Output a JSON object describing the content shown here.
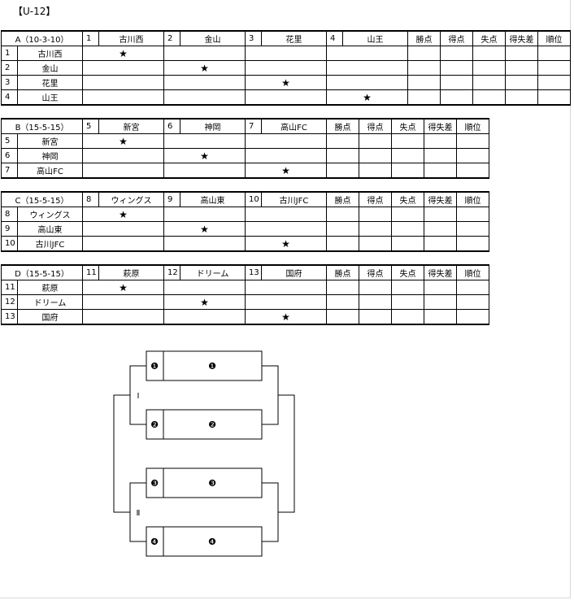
{
  "title": "【U-12】",
  "stat_headers": [
    "勝点",
    "得点",
    "失点",
    "得失差",
    "順位"
  ],
  "star": "★",
  "groups": [
    {
      "label": "A（10-3-10）",
      "teams": [
        {
          "no": "1",
          "name": "古川西"
        },
        {
          "no": "2",
          "name": "金山"
        },
        {
          "no": "3",
          "name": "花里"
        },
        {
          "no": "4",
          "name": "山王"
        }
      ]
    },
    {
      "label": "B（15-5-15）",
      "teams": [
        {
          "no": "5",
          "name": "新宮"
        },
        {
          "no": "6",
          "name": "神岡"
        },
        {
          "no": "7",
          "name": "高山FC"
        }
      ]
    },
    {
      "label": "C（15-5-15）",
      "teams": [
        {
          "no": "8",
          "name": "ウィングス"
        },
        {
          "no": "9",
          "name": "高山東"
        },
        {
          "no": "10",
          "name": "古川JFC"
        }
      ]
    },
    {
      "label": "D（15-5-15）",
      "teams": [
        {
          "no": "11",
          "name": "萩原"
        },
        {
          "no": "12",
          "name": "ドリーム"
        },
        {
          "no": "13",
          "name": "国府"
        }
      ]
    }
  ],
  "bracket": {
    "seeds": [
      "❶",
      "❷",
      "❸",
      "❹"
    ],
    "rounds": [
      "Ⅰ",
      "Ⅱ"
    ]
  }
}
